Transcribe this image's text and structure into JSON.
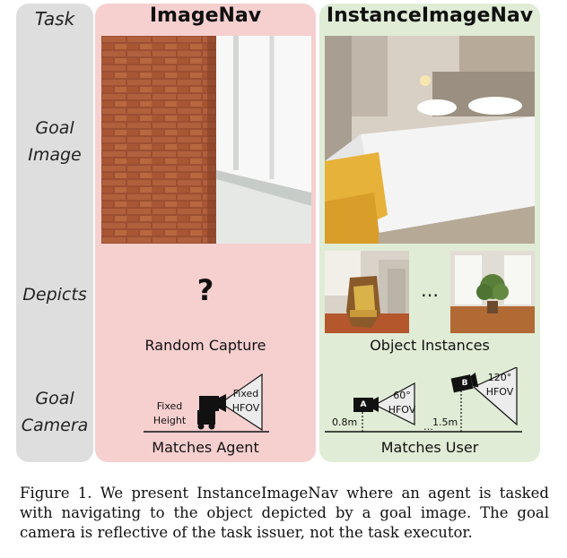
{
  "header": {
    "task_label": "Task",
    "imagenav_title": "ImageNav",
    "instance_title": "InstanceImageNav"
  },
  "rows": {
    "goal_image": "Goal Image",
    "depicts": "Depicts",
    "goal_camera": "Goal Camera"
  },
  "imagenav": {
    "depicts_symbol": "?",
    "depicts_caption": "Random Capture",
    "camera_fixed_height": "Fixed Height",
    "camera_fixed_hfov": "Fixed HFOV",
    "camera_caption": "Matches Agent"
  },
  "instance": {
    "ellipsis": "…",
    "depicts_caption": "Object Instances",
    "cam_a_label": "A",
    "cam_a_fov": "60° HFOV",
    "cam_a_height": "0.8m",
    "cam_b_label": "B",
    "cam_b_fov": "120° HFOV",
    "cam_b_height": "1.5m",
    "ground_dots": "…",
    "camera_caption": "Matches User"
  },
  "figure_caption": "Figure 1. We present InstanceImageNav where an agent is tasked with navigating to the object depicted by a goal image. The goal camera is reflective of the task issuer, not the task executor.",
  "colors": {
    "task_column": "#dedede",
    "imagenav_column": "#f6cfcf",
    "instance_column": "#e0ecd6"
  }
}
